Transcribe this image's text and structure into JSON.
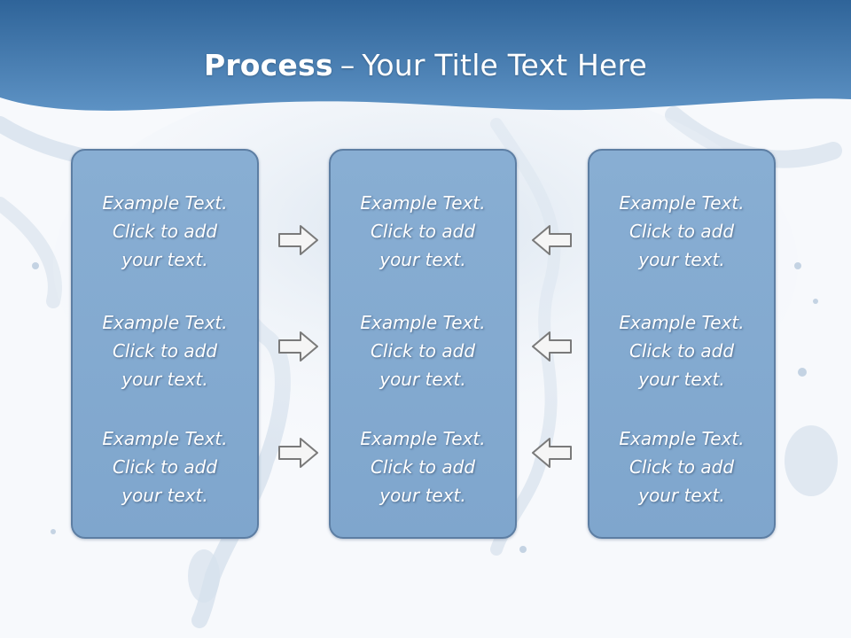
{
  "slide": {
    "title_bold": "Process",
    "title_dash": "–",
    "title_rest": "Your Title Text Here",
    "colors": {
      "header_band": "#3a6fa3",
      "box_fill": "#84aad0",
      "box_border": "#5d7ea3",
      "arrow_stroke": "#7a7a7a",
      "background": "#f6f8fc"
    }
  },
  "columns": [
    {
      "items": [
        "Example Text.\nClick  to add\nyour text.",
        "Example Text.\nClick  to add\nyour text.",
        "Example Text.\nClick  to add\nyour text."
      ]
    },
    {
      "items": [
        "Example Text.\nClick  to add\nyour text.",
        "Example Text.\nClick  to add\nyour text.",
        "Example Text.\nClick  to add\nyour text."
      ]
    },
    {
      "items": [
        "Example Text.\nClick  to add\nyour text.",
        "Example Text.\nClick  to add\nyour text.",
        "Example Text.\nClick  to add\nyour text."
      ]
    }
  ],
  "arrows": {
    "left_group": [
      "arrow-right-icon",
      "arrow-right-icon",
      "arrow-right-icon"
    ],
    "right_group": [
      "arrow-left-icon",
      "arrow-left-icon",
      "arrow-left-icon"
    ]
  }
}
